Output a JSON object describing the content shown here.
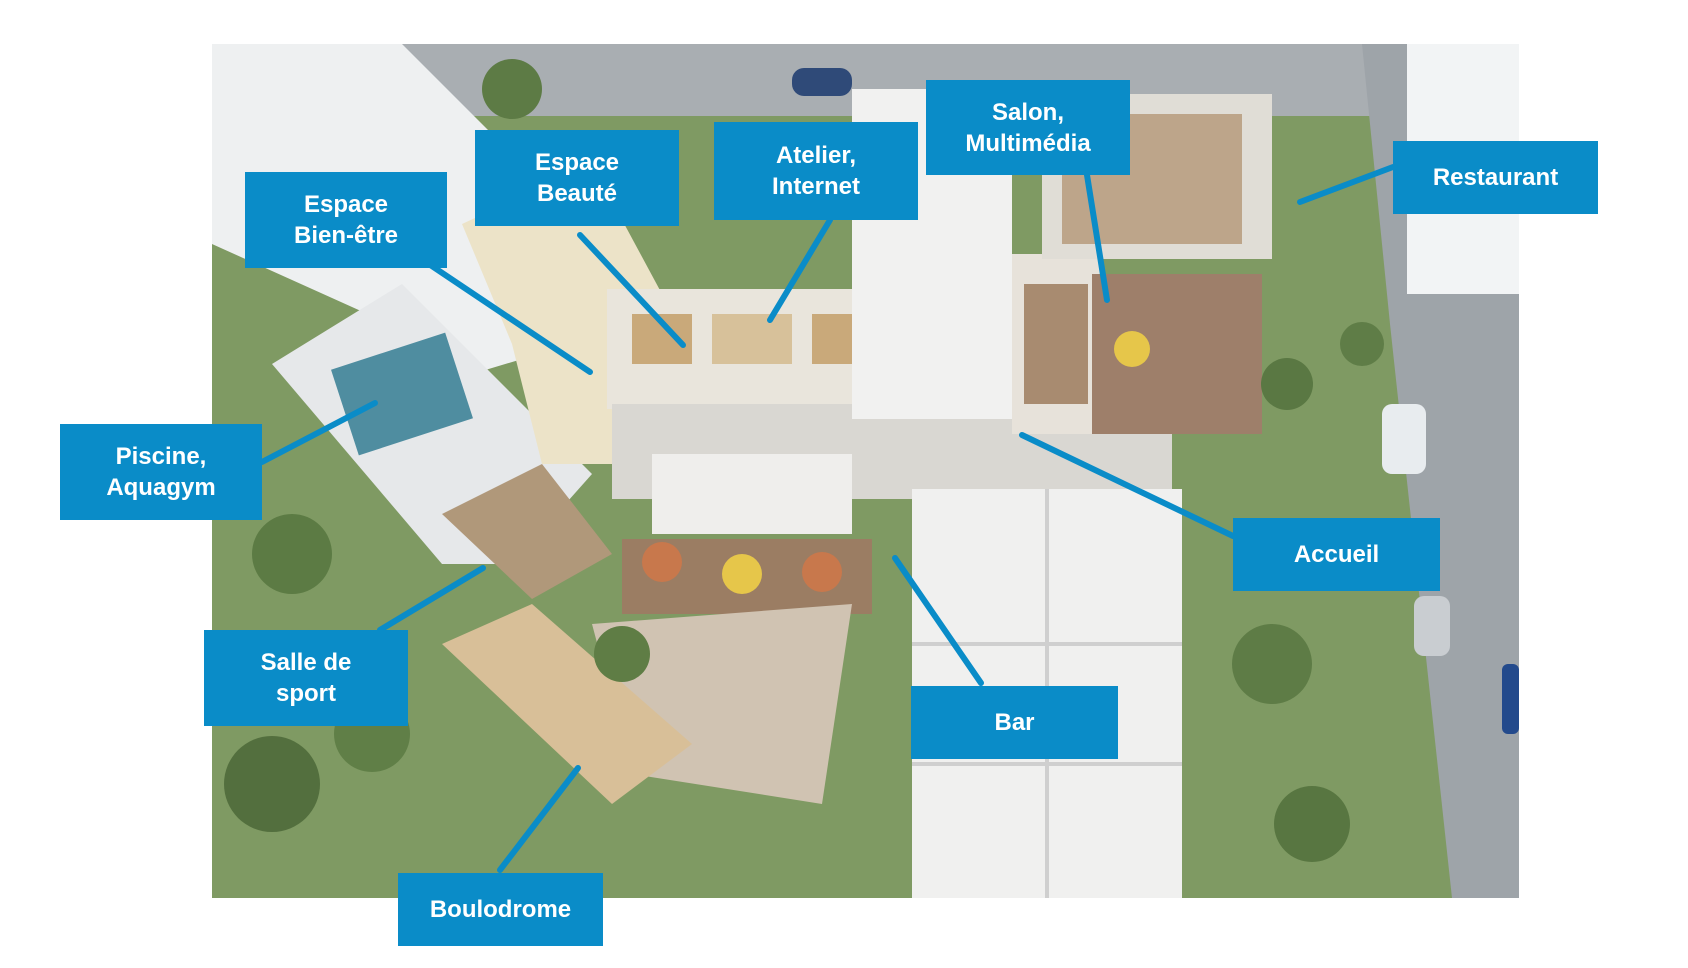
{
  "labels": {
    "espace_bien_etre": "Espace\nBien-être",
    "espace_beaute": "Espace\nBeauté",
    "atelier_internet": "Atelier,\nInternet",
    "salon_multimedia": "Salon,\nMultimédia",
    "restaurant": "Restaurant",
    "piscine_aquagym": "Piscine,\nAquagym",
    "accueil": "Accueil",
    "salle_de_sport": "Salle de\nsport",
    "bar": "Bar",
    "boulodrome": "Boulodrome"
  },
  "colors": {
    "label_bg": "#0a8cc8",
    "label_text": "#ffffff",
    "leader_line": "#0a8cc8"
  }
}
